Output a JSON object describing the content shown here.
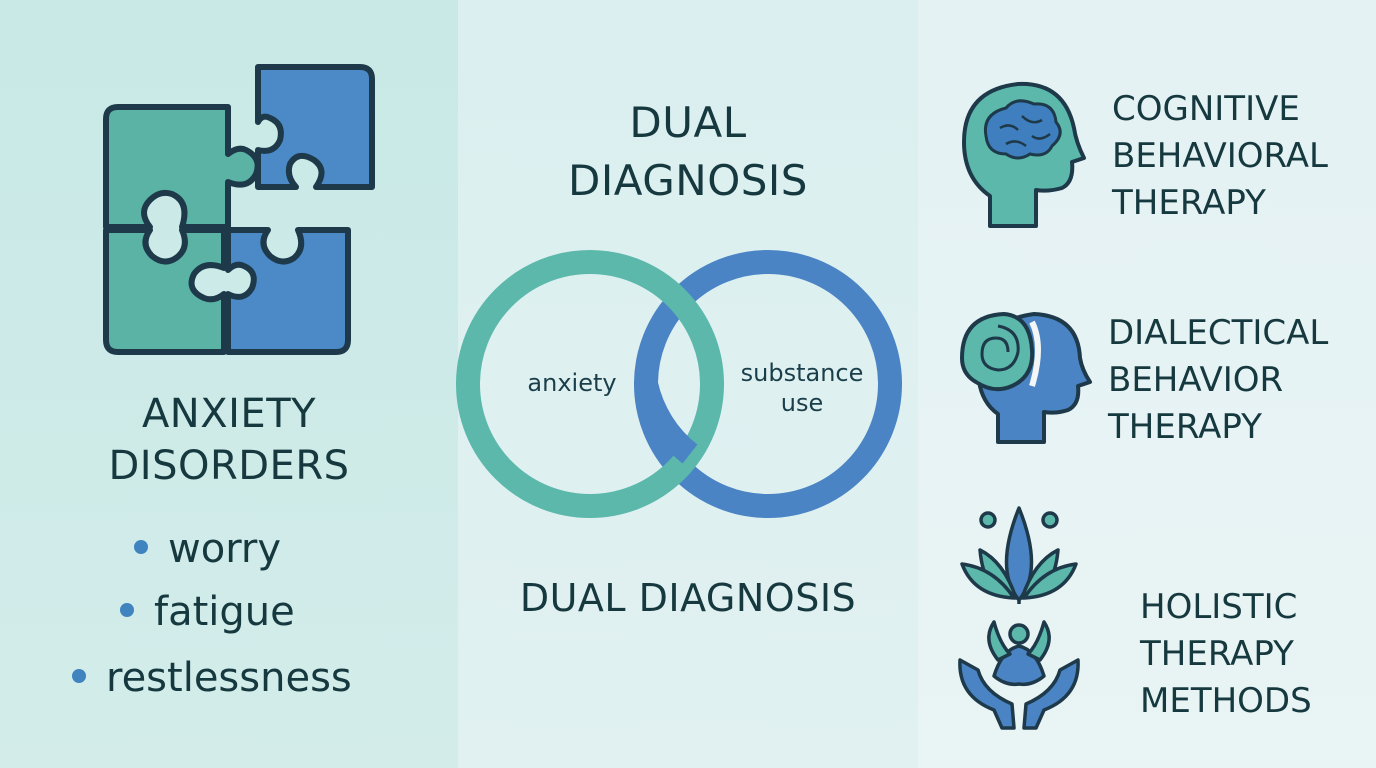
{
  "left": {
    "title_line1": "ANXIETY",
    "title_line2": "DISORDERS",
    "bullets": [
      "worry",
      "fatigue",
      "restlessness"
    ],
    "icon": "puzzle-icon"
  },
  "middle": {
    "title_line1": "DUAL",
    "title_line2": "DIAGNOSIS",
    "venn_left_label": "anxiety",
    "venn_right_label_line1": "substance",
    "venn_right_label_line2": "use",
    "caption": "DUAL DIAGNOSIS",
    "colors": {
      "teal": "#5bb8ab",
      "blue": "#4a84c4"
    }
  },
  "right": {
    "therapies": [
      {
        "icon": "brain-head-icon",
        "line1": "COGNITIVE",
        "line2": "BEHAVIORAL",
        "line3": "THERAPY"
      },
      {
        "icon": "mind-head-icon",
        "line1": "DIALECTICAL",
        "line2": "BEHAVIOR",
        "line3": "THERAPY"
      },
      {
        "icon": "lotus-meditation-icon",
        "line1": "HOLISTIC",
        "line2": "THERAPY",
        "line3": "METHODS"
      }
    ]
  }
}
